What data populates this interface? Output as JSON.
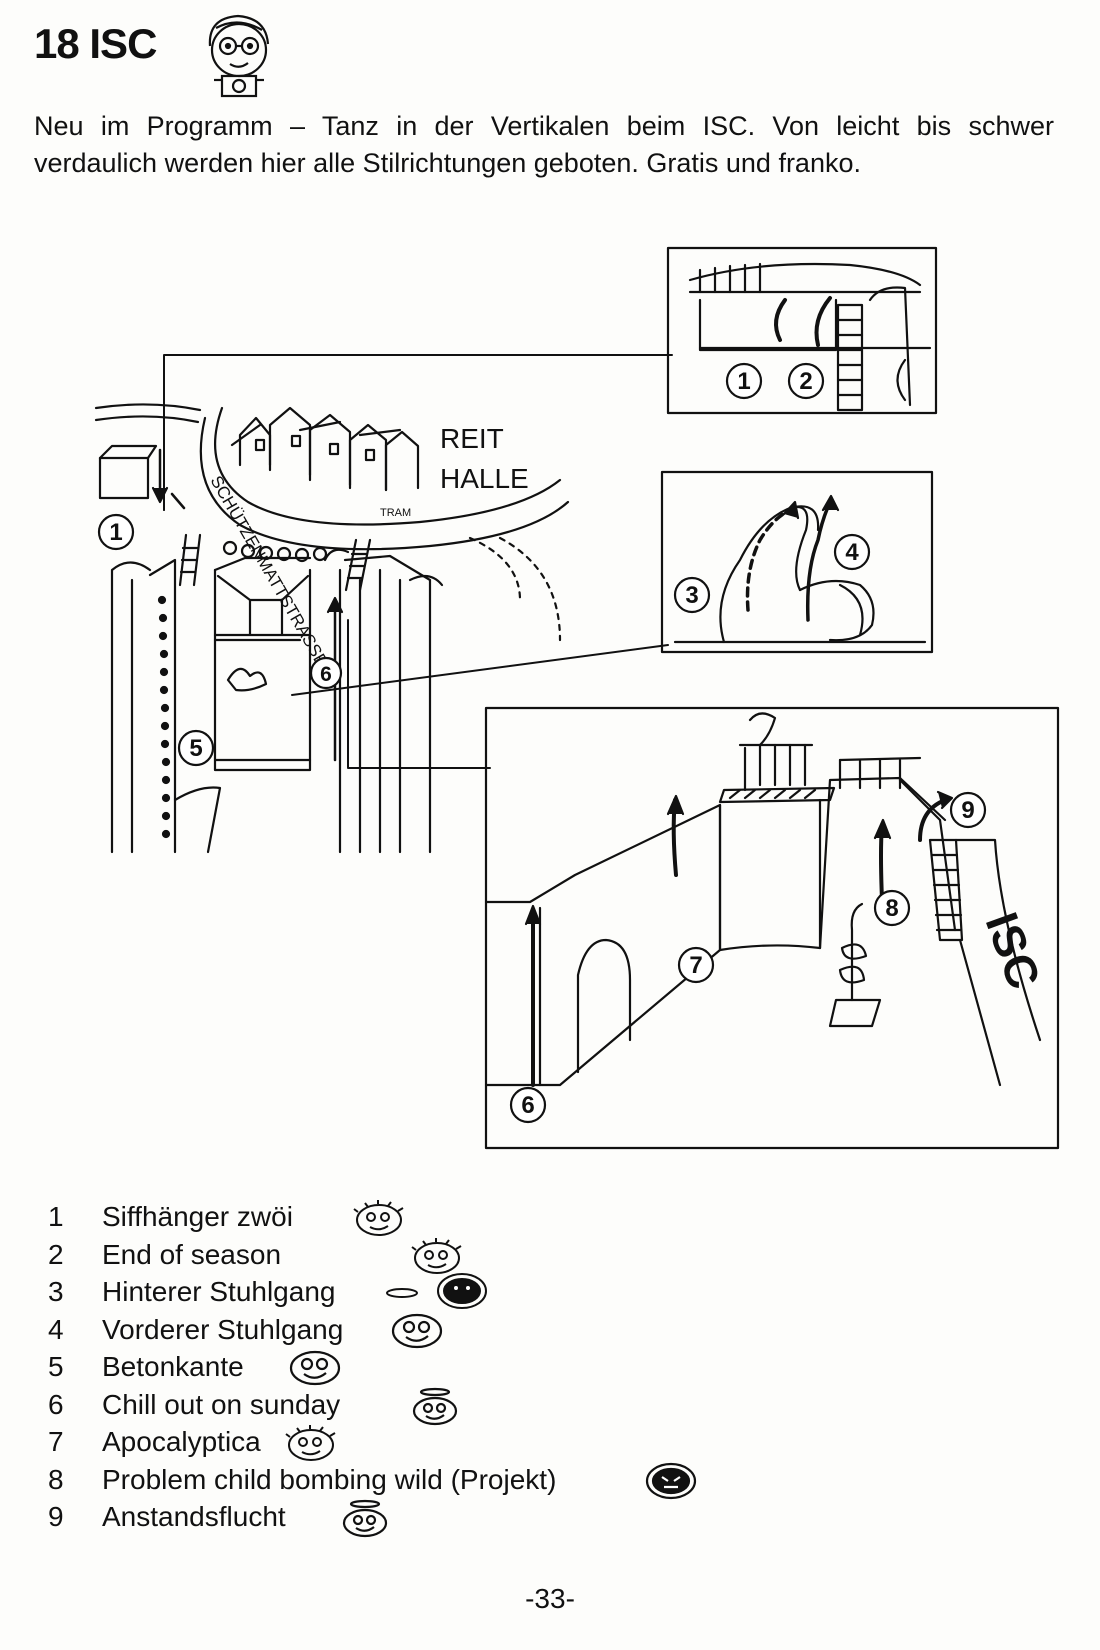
{
  "header": {
    "title": "18 ISC",
    "intro": "Neu im Programm – Tanz in der Vertikalen beim ISC. Von leicht bis schwer verdaulich werden hier alle Stilrichtungen geboten. Gratis und franko."
  },
  "map": {
    "street_label": "SCHÜTZENMATTSTRASSE",
    "hall_label_line1": "REIT",
    "hall_label_line2": "HALLE",
    "tram_label": "TRAM",
    "wall_label": "ISC"
  },
  "route_markers": [
    "1",
    "2",
    "3",
    "4",
    "5",
    "6",
    "7",
    "8",
    "9"
  ],
  "routes": [
    {
      "number": "1",
      "name": "Siffhänger zwöi",
      "grade_icon": "dotted-face-icon"
    },
    {
      "number": "2",
      "name": "End of season",
      "grade_icon": "dotted-face-icon"
    },
    {
      "number": "3",
      "name": "Hinterer Stuhlgang",
      "grade_icon": "dark-face-halo-icon"
    },
    {
      "number": "4",
      "name": "Vorderer Stuhlgang",
      "grade_icon": "smiley-face-icon"
    },
    {
      "number": "5",
      "name": "Betonkante",
      "grade_icon": "smiley-face-icon"
    },
    {
      "number": "6",
      "name": "Chill out on sunday",
      "grade_icon": "halo-smiley-face-icon"
    },
    {
      "number": "7",
      "name": "Apocalyptica",
      "grade_icon": "dotted-face-icon"
    },
    {
      "number": "8",
      "name": "Problem child bombing wild (Projekt)",
      "grade_icon": "black-face-icon"
    },
    {
      "number": "9",
      "name": "Anstandsflucht",
      "grade_icon": "halo-smiley-face-icon"
    }
  ],
  "footer": {
    "page_number": "-33-"
  }
}
